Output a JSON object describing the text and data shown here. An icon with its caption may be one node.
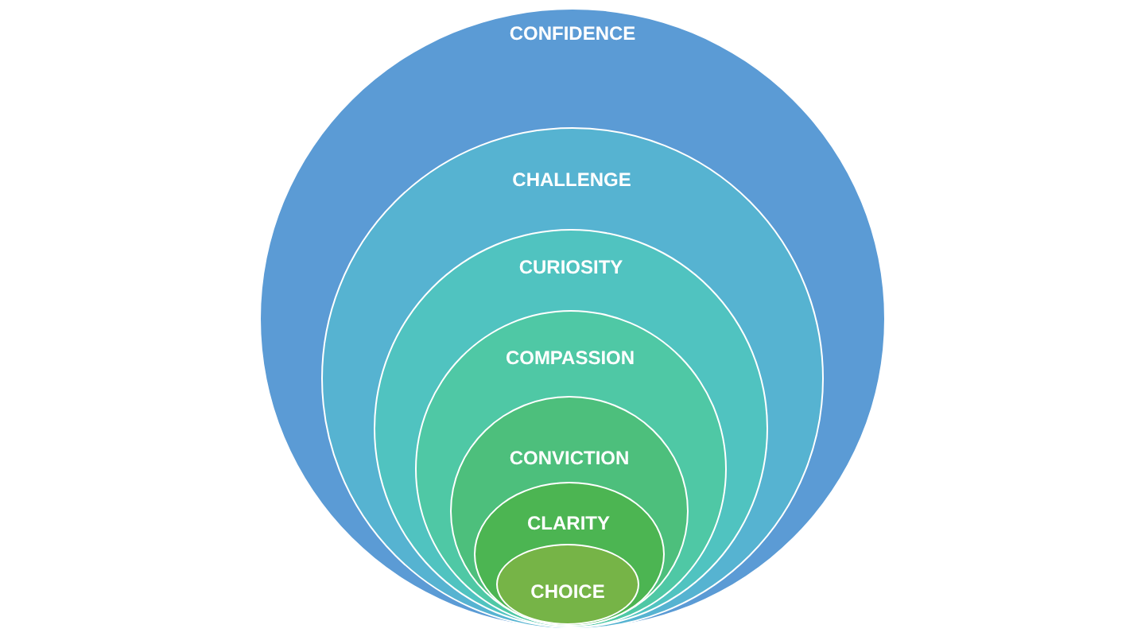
{
  "diagram": {
    "nodes": [
      {
        "text": [
          "CONFIDENCE"
        ]
      },
      {
        "text": [
          "CHALLENGE"
        ],
        "in": 0
      },
      {
        "text": [
          "CURIOSITY"
        ],
        "in": 1
      },
      {
        "text": [
          "COMPASSION"
        ],
        "in": 2
      },
      {
        "text": [
          "CONVICTION"
        ],
        "in": 3
      },
      {
        "text": [
          "CLARITY"
        ],
        "in": 4
      },
      {
        "text": [
          "CHOICE"
        ],
        "in": 5
      }
    ]
  }
}
